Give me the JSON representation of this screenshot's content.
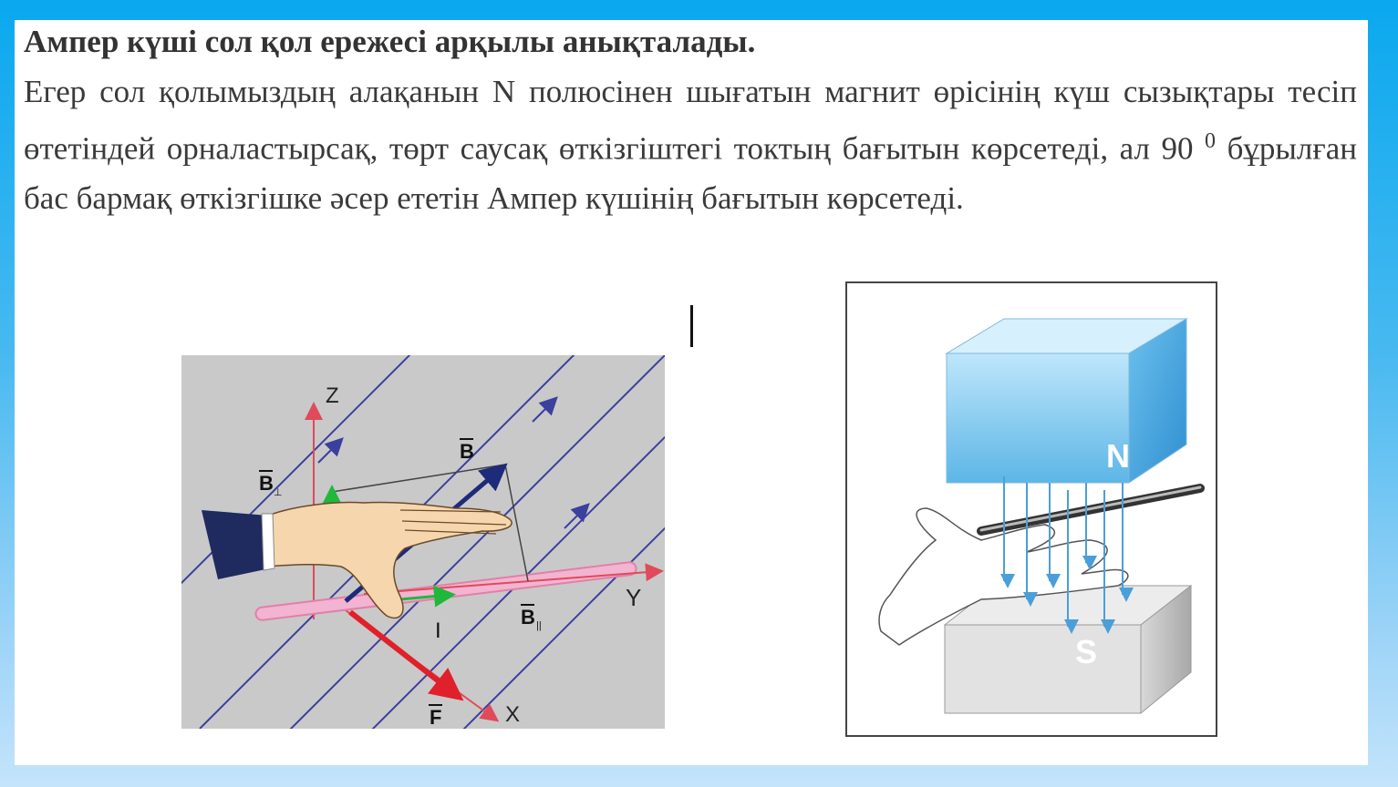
{
  "heading": "Ампер күші сол қол ережесі арқылы анықталады.",
  "paragraph": {
    "part1": "Егер сол қолымыздың алақанын N полюсінен шығатын  магнит өрісінің күш сызықтары тесіп өтетіндей орналастырсақ, төрт саусақ өткізгіштегі токтың бағытын көрсетеді, ал 90",
    "superscript": "0",
    "part2": "бұрылған бас бармақ өткізгішке әсер ететін Ампер күшінің бағытын көрсетеді."
  },
  "figure_left": {
    "axis_z": "Z",
    "axis_y": "Y",
    "axis_x": "X",
    "vec_b": "B",
    "vec_b_perp": "B",
    "vec_b_perp_sub": "⊥",
    "vec_b_par": "B",
    "vec_b_par_sub": "||",
    "current": "I",
    "force": "F",
    "colors": {
      "background": "#c9c9c9",
      "field_lines": "#3b3f9e",
      "force": "#e0202a",
      "perp": "#1fb83a",
      "rod": "#f2b4d0"
    }
  },
  "figure_right": {
    "north": "N",
    "south": "S",
    "colors": {
      "north": "#4fb1e4",
      "south": "#cfcfcf",
      "field": "#4a9fd8"
    }
  }
}
